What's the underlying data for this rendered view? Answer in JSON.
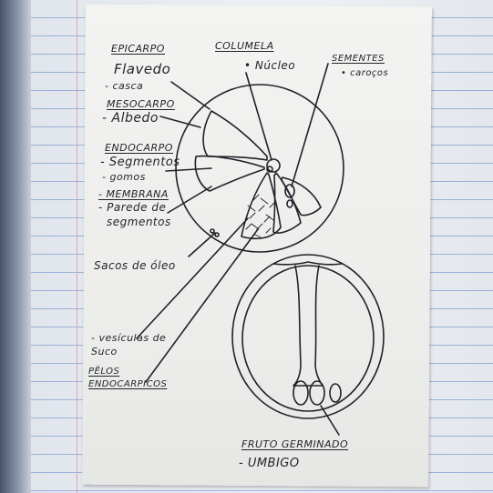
{
  "labels": {
    "epicarpo": "EPICARPO",
    "flavedo": "Flavedo",
    "casca": "- casca",
    "mesocarpo": "MESOCARPO",
    "albedo": "- Albedo",
    "endocarpo": "ENDOCARPO",
    "segmentos": "- Segmentos",
    "gomos": "- gomos",
    "membrana": "- MEMBRANA",
    "parede_de": "- Parede de",
    "segmentos_2": "segmentos",
    "sacos_de_oleo": "Sacos de óleo",
    "columela": "COLUMELA",
    "nucleo": "• Núcleo",
    "sementes": "SEMENTES",
    "caroços": "• caroços",
    "vesiculas_de": "- vesículas de",
    "suco": "Suco",
    "pelos": "PÊLOS",
    "endocarpicos": "ENDOCARPICOS",
    "fruto_germinado": "FRUTO GERMINADO",
    "umbigo": "- UMBIGO"
  }
}
